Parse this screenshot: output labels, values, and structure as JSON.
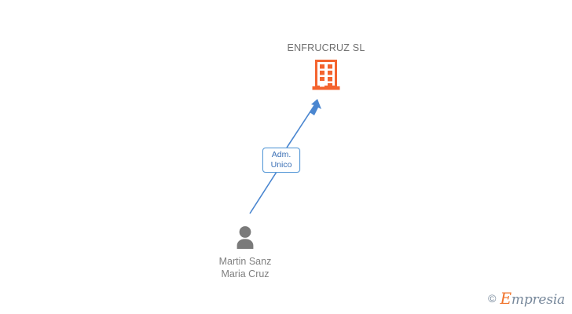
{
  "diagram": {
    "type": "org-relationship-graph",
    "background_color": "#ffffff",
    "company": {
      "name": "ENFRUCRUZ SL",
      "icon": "building-icon",
      "icon_color": "#f4642f"
    },
    "person": {
      "name_line_1": "Martin Sanz",
      "name_line_2": "Maria Cruz",
      "icon": "person-icon",
      "icon_color": "#7a7a7a"
    },
    "relation": {
      "label_line_1": "Adm.",
      "label_line_2": "Unico",
      "border_color": "#5a9bd8",
      "text_color": "#3a6fb5"
    },
    "connector": {
      "color": "#4a86d0",
      "from": "person",
      "to": "company",
      "arrow": "arrowhead-up-right"
    }
  },
  "watermark": {
    "copyright_symbol": "©",
    "brand_initial": "E",
    "brand_rest": "mpresia",
    "initial_color": "#f0732b",
    "text_color": "#77889b"
  }
}
